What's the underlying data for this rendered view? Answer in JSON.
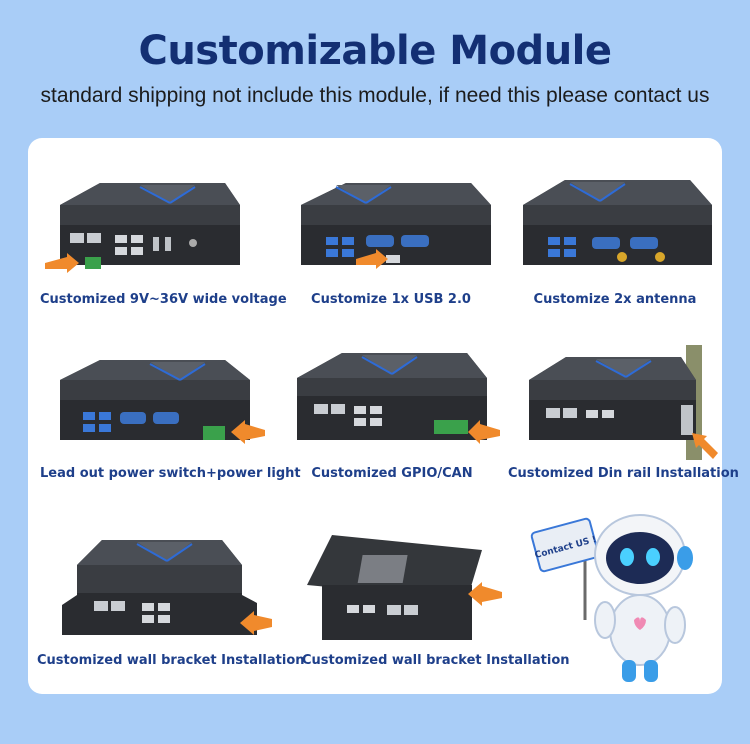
{
  "header": {
    "title": "Customizable Module",
    "subtitle": "standard shipping not include this module, if need this please contact us"
  },
  "items": [
    {
      "caption": "Customized 9V~36V wide voltage"
    },
    {
      "caption": "Customize 1x USB 2.0"
    },
    {
      "caption": "Customize 2x antenna"
    },
    {
      "caption": "Lead out power switch+power light"
    },
    {
      "caption": "Customized GPIO/CAN"
    },
    {
      "caption": "Customized Din rail Installation"
    },
    {
      "caption": "Customized wall bracket Installation"
    },
    {
      "caption": "Customized wall bracket Installation"
    }
  ],
  "robot": {
    "sign_text": "Contact US !"
  },
  "colors": {
    "background": "#a9cdf7",
    "title": "#132f73",
    "caption": "#1e3f8a",
    "arrow": "#f08a2c"
  }
}
